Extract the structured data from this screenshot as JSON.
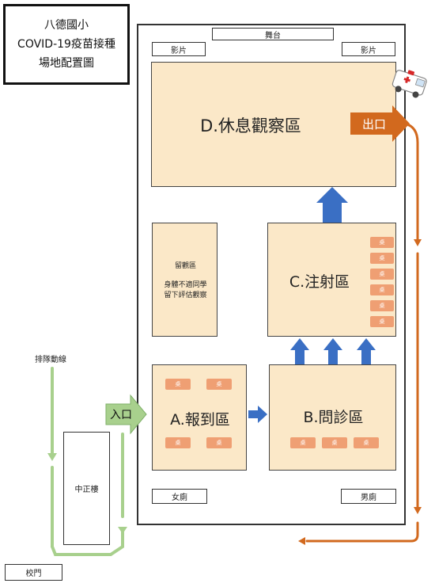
{
  "title": {
    "line1": "八德國小",
    "line2": "COVID-19疫苗接種",
    "line3": "場地配置圖"
  },
  "stage": "舞台",
  "video_left": "影片",
  "video_right": "影片",
  "zone_d": "D.休息觀察區",
  "zone_c": "C.注射區",
  "zone_a": "A.報到區",
  "zone_b": "B.問診區",
  "observation": {
    "title": "留觀區",
    "line1": "身體不適同學",
    "line2": "留下評估觀察"
  },
  "exit_label": "出口",
  "entrance_label": "入口",
  "queue_label": "排隊動線",
  "building_label": "中正樓",
  "gate_label": "校門",
  "restroom_female": "女廁",
  "restroom_male": "男廁",
  "seat_label": "桌",
  "colors": {
    "zone_fill": "#fbe8c8",
    "seat": "#ef9f73",
    "exit_arrow": "#d2691e",
    "flow_arrow": "#3a6fc4",
    "queue_arrow": "#a8d08d"
  },
  "icons": [
    "ambulance-icon"
  ]
}
